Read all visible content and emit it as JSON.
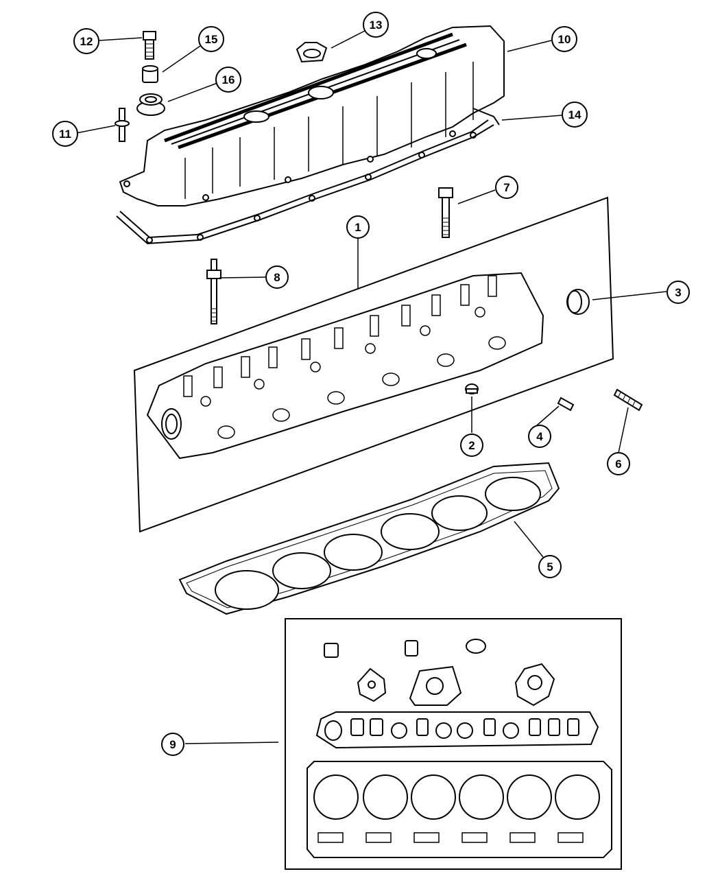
{
  "diagram": {
    "callouts": {
      "c1": "1",
      "c2": "2",
      "c3": "3",
      "c4": "4",
      "c5": "5",
      "c6": "6",
      "c7": "7",
      "c8": "8",
      "c9": "9",
      "c10": "10",
      "c11": "11",
      "c12": "12",
      "c13": "13",
      "c14": "14",
      "c15": "15",
      "c16": "16"
    },
    "colors": {
      "ink": "#000000",
      "paper": "#ffffff"
    }
  }
}
